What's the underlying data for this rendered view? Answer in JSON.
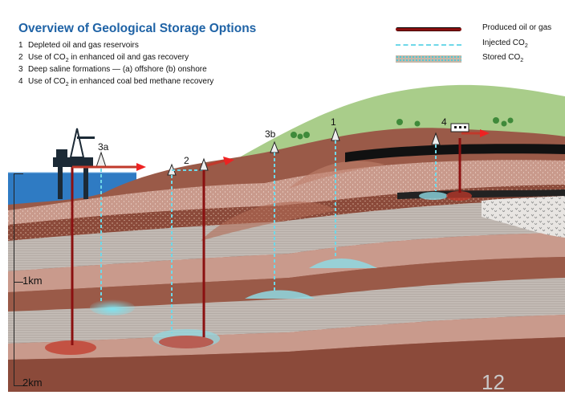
{
  "title": "Overview of Geological Storage Options",
  "options": [
    {
      "num": "1",
      "pre": "Depleted oil and gas reservoirs",
      "sub": "",
      "post": ""
    },
    {
      "num": "2",
      "pre": "Use of CO",
      "sub": "2",
      "post": " in enhanced oil and gas recovery"
    },
    {
      "num": "3",
      "pre": "Deep saline formations — (a) offshore (b) onshore",
      "sub": "",
      "post": ""
    },
    {
      "num": "4",
      "pre": "Use of CO",
      "sub": "2",
      "post": " in enhanced coal bed methane recovery"
    }
  ],
  "legend": {
    "produced": {
      "text": "Produced oil or gas",
      "sub": ""
    },
    "injected": {
      "pre": "Injected CO",
      "sub": "2"
    },
    "stored": {
      "pre": "Stored CO",
      "sub": "2"
    }
  },
  "well_labels": {
    "w3a": "3a",
    "w2": "2",
    "w3b": "3b",
    "w1": "1",
    "w4": "4"
  },
  "depth_labels": {
    "d1": "1km",
    "d2": "2km"
  },
  "slide_number": "12",
  "colors": {
    "sea": "#2f7bc3",
    "sky": "#ffffff",
    "hill": "#a9cd8a",
    "brown_layer": "#9a5a48",
    "pink_layer": "#c99a8c",
    "grey_layer": "#a9a4a0",
    "oil_pipe": "#8b1010",
    "co2": "#6fd8e8",
    "title_blue": "#1f63a6"
  }
}
